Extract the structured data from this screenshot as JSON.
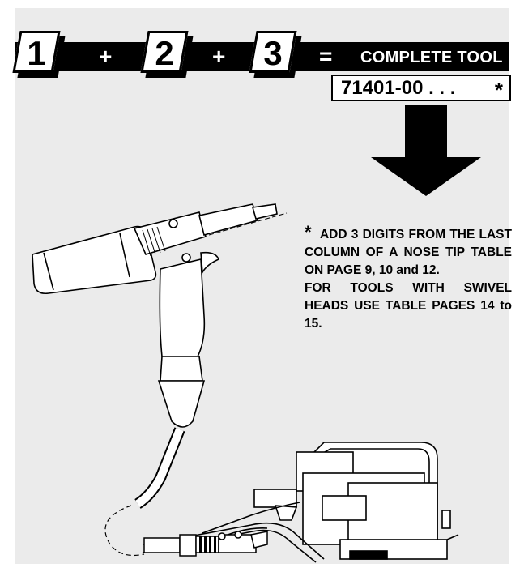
{
  "formula": {
    "boxes": [
      "1",
      "2",
      "3"
    ],
    "plus": "+",
    "equals": "=",
    "result_label": "COMPLETE TOOL",
    "part_number": "71401-00 . . .",
    "asterisk": "*"
  },
  "note": {
    "asterisk": "*",
    "line1": "ADD 3 DIGITS FROM THE LAST COLUMN OF A NOSE TIP TABLE ON PAGE 9, 10 and 12.",
    "line2": "FOR TOOLS WITH SWIVEL HEADS USE TABLE PAGES 14 to 15."
  },
  "colors": {
    "background": "#ebebeb",
    "ink": "#000000",
    "box": "#ffffff"
  },
  "illustrations": [
    "rivet-gun-tool",
    "hydraulic-power-unit",
    "hose"
  ]
}
